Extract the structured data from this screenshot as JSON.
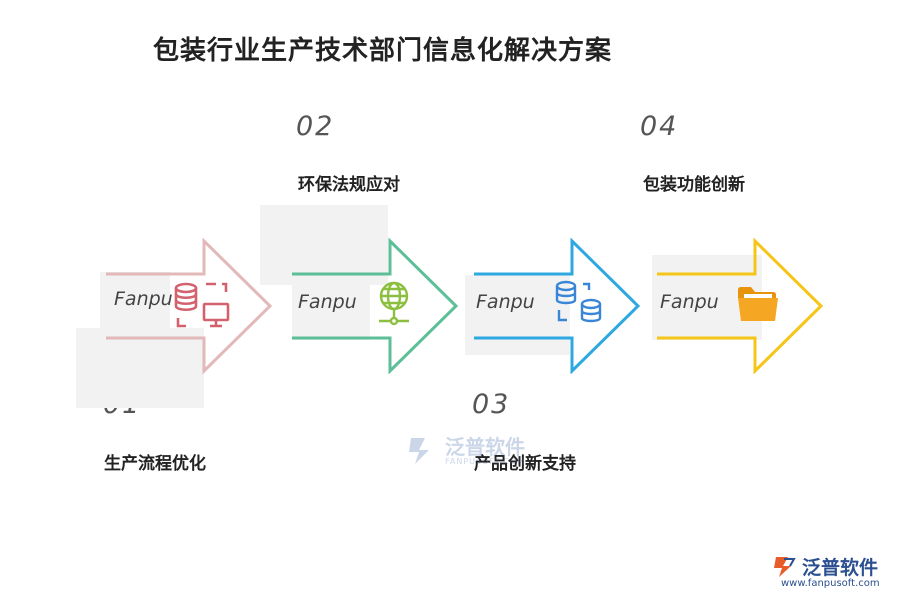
{
  "title": "包装行业生产技术部门信息化解决方案",
  "steps": [
    {
      "num": "01",
      "label": "生产流程优化",
      "brand": "Fanpu",
      "icon": "database-computer-icon",
      "color": "#e3b8b8"
    },
    {
      "num": "02",
      "label": "环保法规应对",
      "brand": "Fanpu",
      "icon": "network-globe-icon",
      "color": "#5cbf98"
    },
    {
      "num": "03",
      "label": "产品创新支持",
      "brand": "Fanpu",
      "icon": "databases-icon",
      "color": "#2ea8e0"
    },
    {
      "num": "04",
      "label": "包装功能创新",
      "brand": "Fanpu",
      "icon": "folder-icon",
      "color": "#f5c518"
    }
  ],
  "watermark": {
    "name": "泛普软件",
    "sub": "FANPUSOFT.COM"
  },
  "logo": {
    "name": "泛普软件",
    "url": "www.fanpusoft.com"
  }
}
